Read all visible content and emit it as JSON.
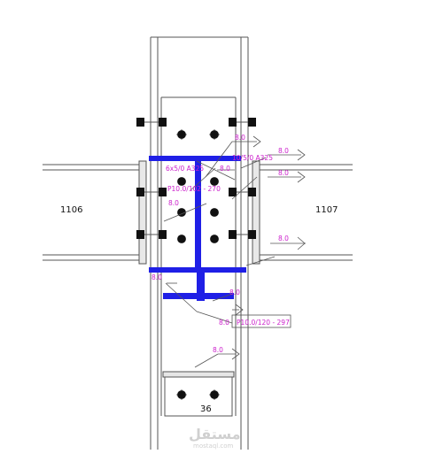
{
  "colors": {
    "line": "#555555",
    "plate": "#1f1fe6",
    "annot": "#cc22cc",
    "bolt": "#111111",
    "watermark": "#d0d0d0"
  },
  "labels": {
    "beam_left": "1106",
    "beam_right": "1107",
    "column_mark": "36",
    "bolt_spec_top": "10/5/0 A325",
    "bolt_spec_left": "6x5/0 A325",
    "plate_spec_upper": "P10.0/102 - 270",
    "plate_spec_lower": "P10.0/120 - 297"
  },
  "welds": [
    {
      "id": "w1",
      "text": "8.0"
    },
    {
      "id": "w2",
      "text": "8.0"
    },
    {
      "id": "w3",
      "text": "8.0"
    },
    {
      "id": "w4",
      "text": "8.0"
    },
    {
      "id": "w5",
      "text": "8.0"
    },
    {
      "id": "w6",
      "text": "8.0"
    },
    {
      "id": "w7",
      "text": "8.0"
    },
    {
      "id": "w8",
      "text": "8.0"
    },
    {
      "id": "w9",
      "text": "8.0"
    },
    {
      "id": "w10",
      "text": "8.0"
    }
  ],
  "watermark": {
    "logo_text": "مستقل",
    "site": "mostaql.com"
  }
}
